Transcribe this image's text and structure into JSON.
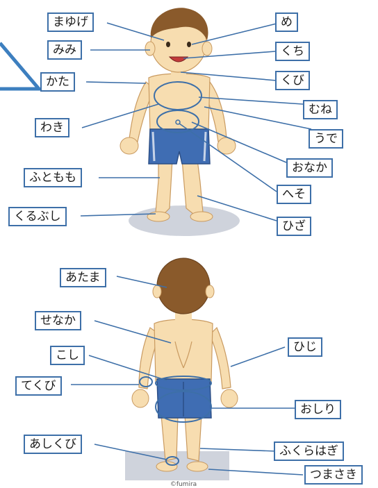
{
  "labels": {
    "mayuge": "まゆげ",
    "me": "め",
    "mimi": "みみ",
    "kuchi": "くち",
    "kata": "かた",
    "kubi": "くび",
    "mune": "むね",
    "waki": "わき",
    "ude": "うで",
    "onaka": "おなか",
    "futomomo": "ふともも",
    "heso": "へそ",
    "kurubushi": "くるぶし",
    "hiza": "ひざ",
    "atama": "あたま",
    "senaka": "せなか",
    "hiji": "ひじ",
    "koshi": "こし",
    "tekubi": "てくび",
    "oshiri": "おしり",
    "ashikubi": "あしくび",
    "fukurahagi": "ふくらはぎ",
    "tsumasaki": "つまさき"
  },
  "credit": "©fumira",
  "colors": {
    "line": "#3d6fa8",
    "skin": "#f7ddb0",
    "skin_shade": "#e9c38c",
    "hair": "#8a5a2b",
    "shorts": "#3f6db3",
    "shadow": "#cfd3dc",
    "triangle": "#3d7fbf"
  }
}
